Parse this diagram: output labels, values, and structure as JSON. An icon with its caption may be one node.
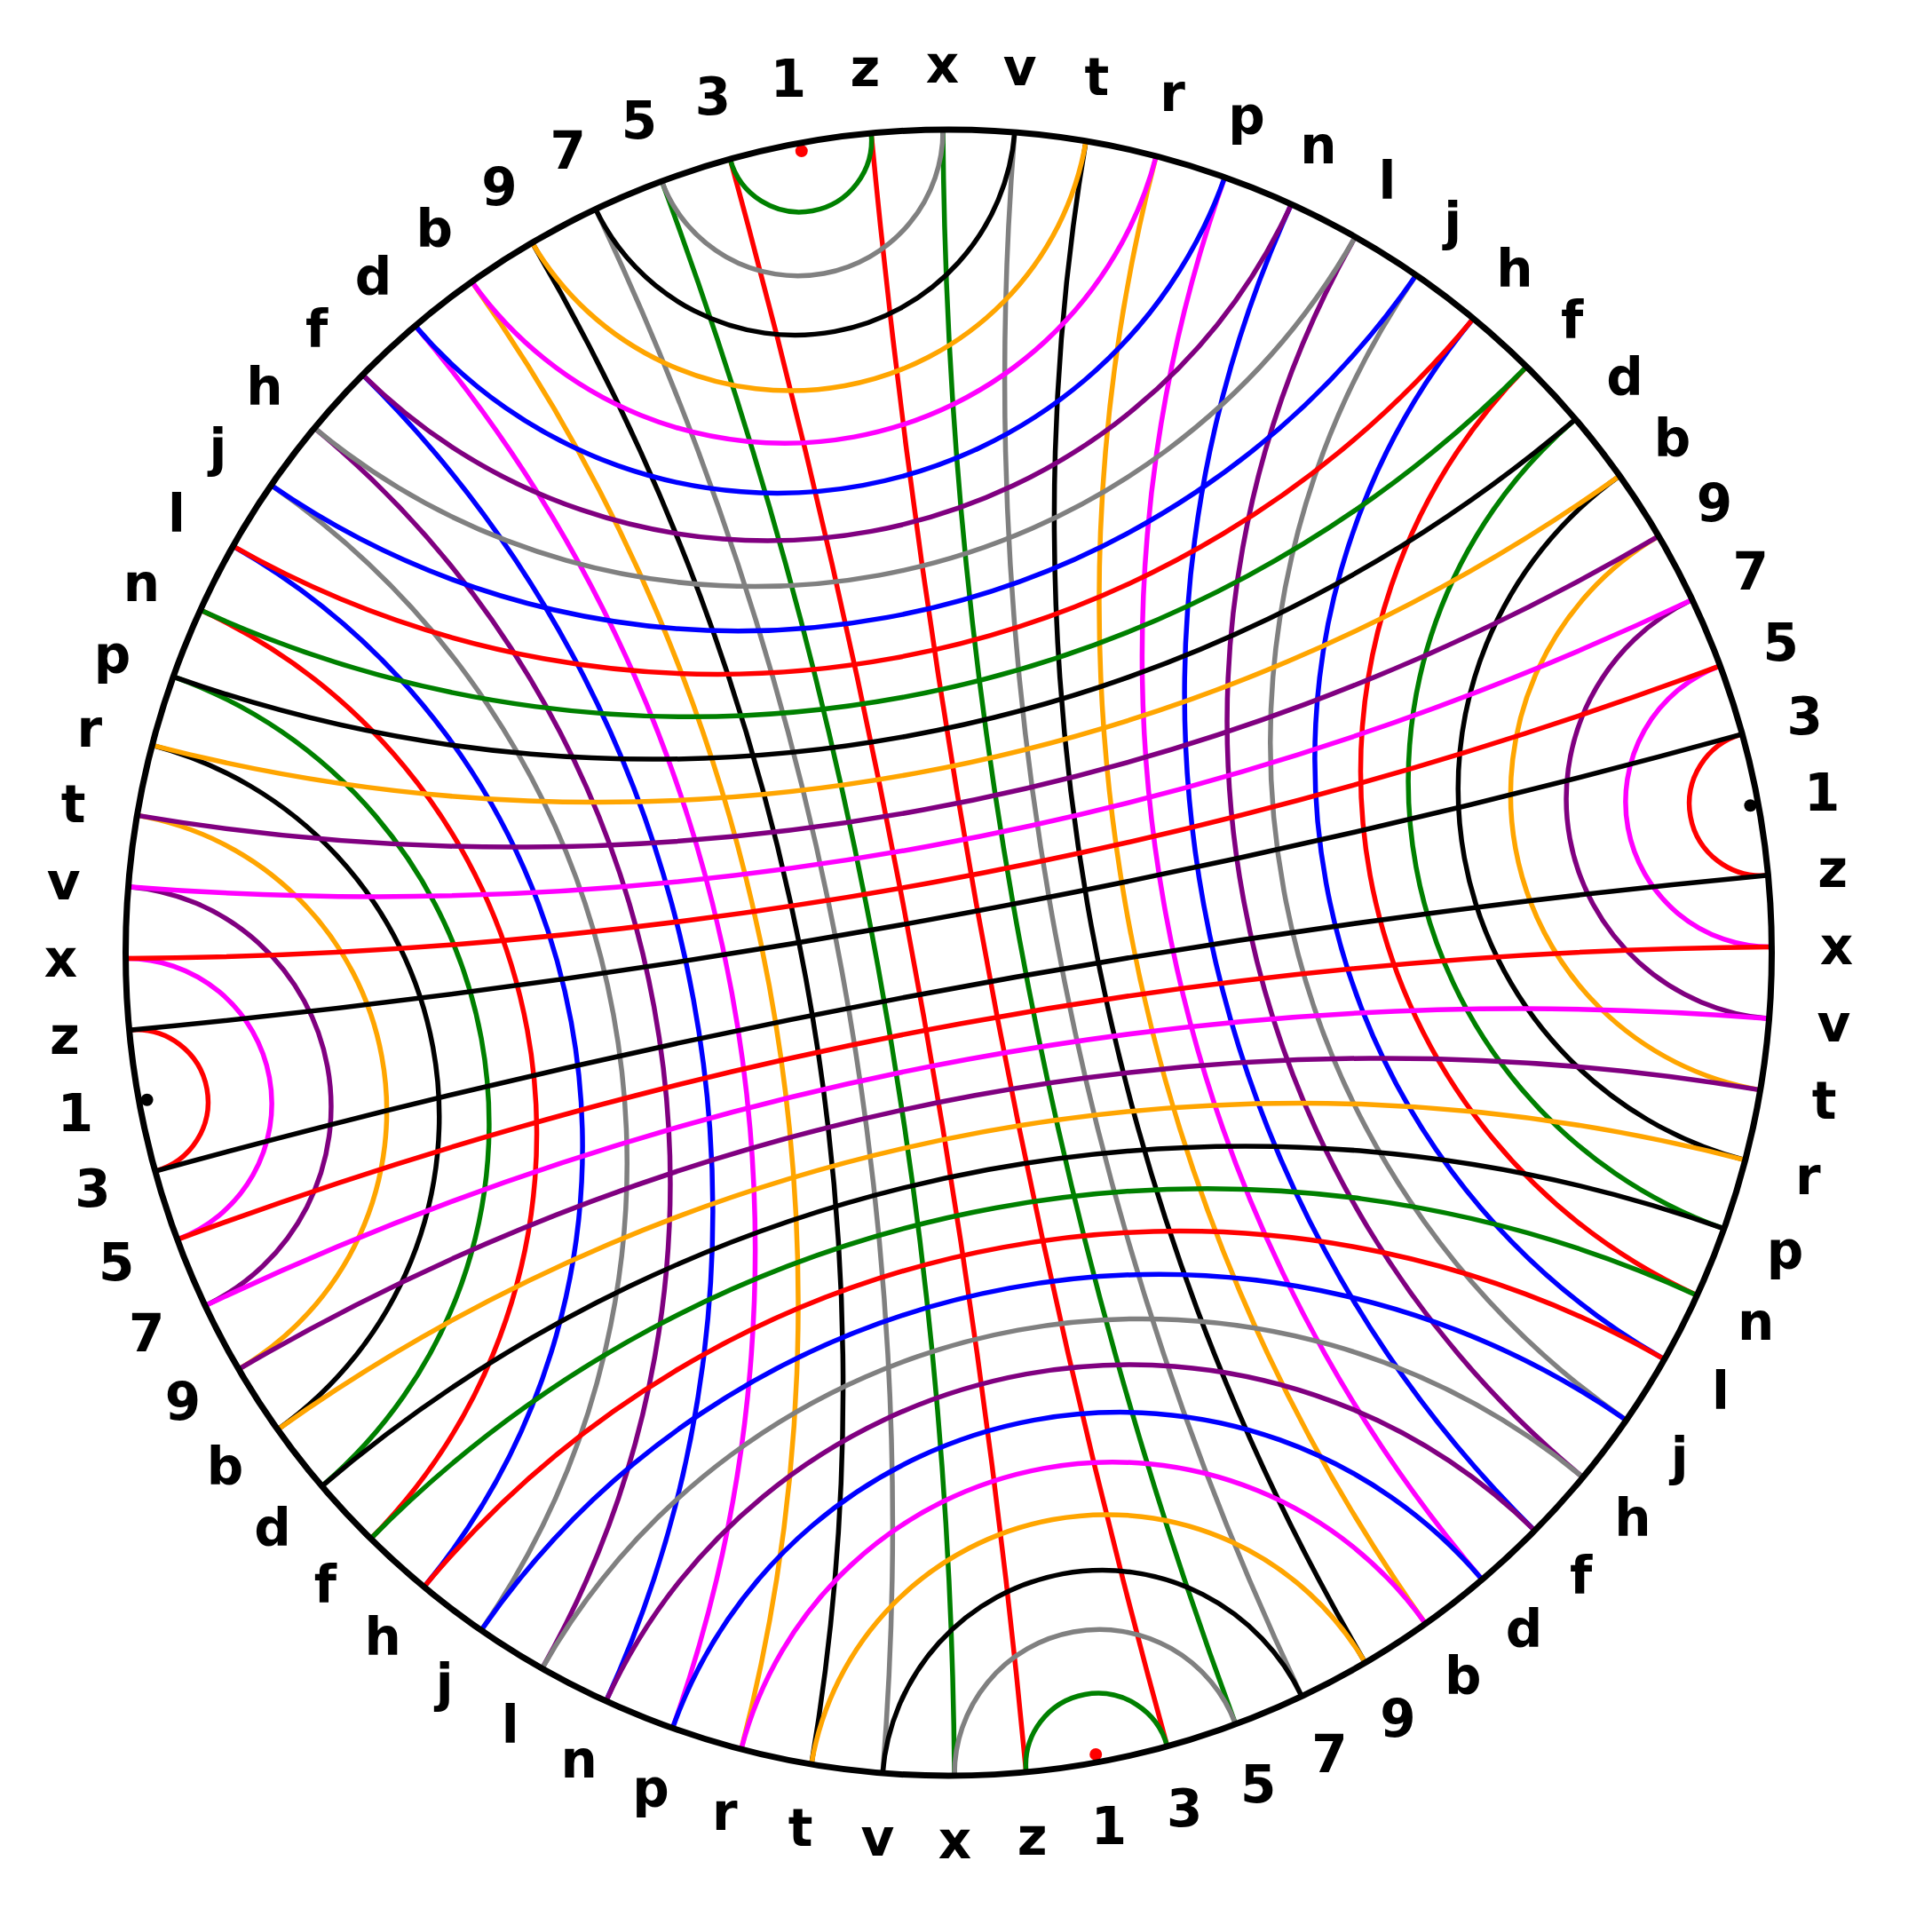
{
  "diagram": {
    "labels": [
      "x",
      "v",
      "t",
      "r",
      "p",
      "n",
      "l",
      "j",
      "h",
      "f",
      "d",
      "b",
      "9",
      "7",
      "5",
      "3",
      "1",
      "z",
      "x",
      "v",
      "t",
      "r",
      "p",
      "n",
      "l",
      "j",
      "h",
      "f",
      "d",
      "b",
      "9",
      "7",
      "5",
      "3",
      "1",
      "z",
      "x",
      "v",
      "t",
      "r",
      "p",
      "n",
      "l",
      "j",
      "h",
      "f",
      "d",
      "b",
      "9",
      "7",
      "5",
      "3",
      "1",
      "z",
      "x",
      "v",
      "t",
      "r",
      "p",
      "n",
      "l",
      "j",
      "h",
      "f",
      "d",
      "b",
      "9",
      "7",
      "5",
      "3",
      "1",
      "z"
    ]
  }
}
